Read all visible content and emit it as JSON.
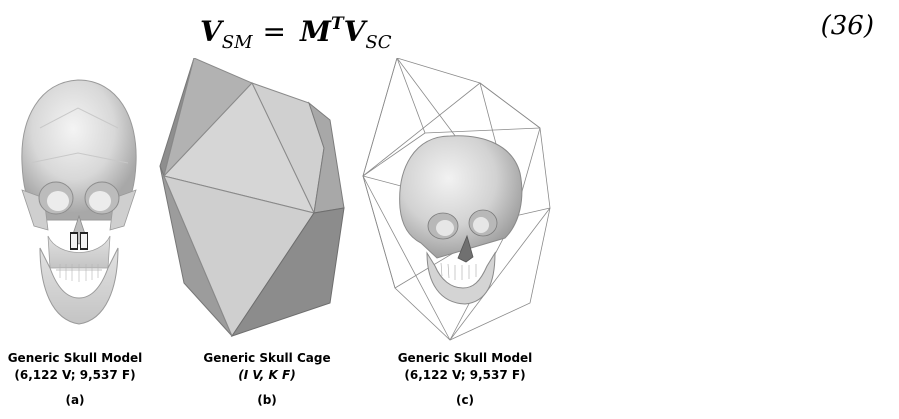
{
  "equation": {
    "lhs": "V",
    "lhs_sub": "SM",
    "equals": "=",
    "matrix": "M",
    "sup": "T",
    "rhs": "V",
    "rhs_sub": "SC",
    "number": "(36)"
  },
  "figures": [
    {
      "id": "a",
      "title": "Generic Skull Model",
      "stats": "(6,122 V; 9,537 F)",
      "label": "(a)"
    },
    {
      "id": "b",
      "title": "Generic Skull Cage",
      "stats": "(I V, K F)",
      "label": "(b)"
    },
    {
      "id": "c",
      "title": "Generic Skull Model",
      "stats": "(6,122 V; 9,537 F)",
      "label": "(c)"
    }
  ]
}
